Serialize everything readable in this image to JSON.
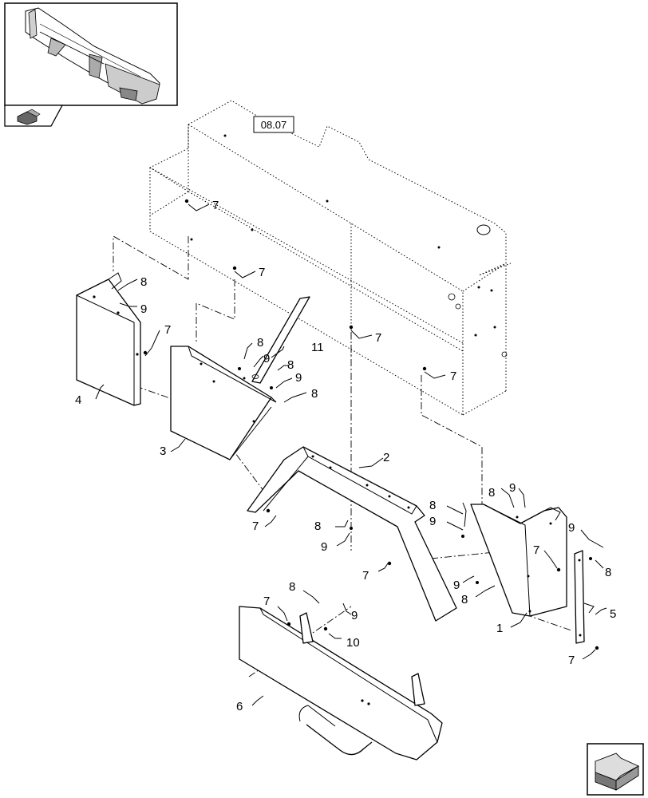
{
  "reference": {
    "label": "08.07"
  },
  "thumbnail": {
    "icon": "assembly-thumbnail-icon"
  },
  "nav": {
    "prev_icon": "previous-page-arrow-icon",
    "next_icon": "next-page-arrow-icon"
  },
  "callouts": {
    "c1": "1",
    "c2": "2",
    "c3": "3",
    "c4": "4",
    "c5": "5",
    "c6": "6",
    "c7a": "7",
    "c7b": "7",
    "c7c": "7",
    "c7d": "7",
    "c7e": "7",
    "c7f": "7",
    "c7g": "7",
    "c7h": "7",
    "c7i": "7",
    "c7j": "7",
    "c8a": "8",
    "c8b": "8",
    "c8c": "8",
    "c8d": "8",
    "c8e": "8",
    "c8f": "8",
    "c8g": "8",
    "c8h": "8",
    "c8i": "8",
    "c9a": "9",
    "c9b": "9",
    "c9c": "9",
    "c9d": "9",
    "c9e": "9",
    "c9f": "9",
    "c9g": "9",
    "c9h": "9",
    "c9i": "9",
    "c10": "10",
    "c11": "11"
  }
}
